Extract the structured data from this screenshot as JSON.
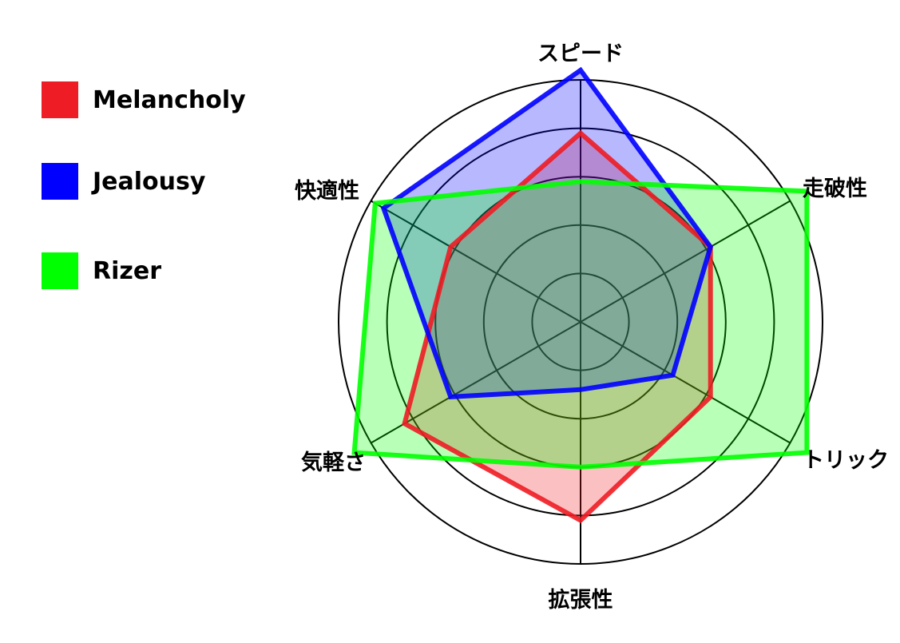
{
  "chart_data": {
    "type": "radar",
    "axes": [
      "スピード",
      "走破性",
      "トリック",
      "拡張性",
      "気軽さ",
      "快適性"
    ],
    "rlim": [
      0,
      5
    ],
    "rings": 5,
    "grid": true,
    "legend_position": "left",
    "series": [
      {
        "name": "Melancholy",
        "color": "#ee1c24",
        "values": [
          3.9,
          3.1,
          3.1,
          4.1,
          4.2,
          3.1
        ]
      },
      {
        "name": "Jealousy",
        "color": "#0000ff",
        "values": [
          5.2,
          3.1,
          2.2,
          1.4,
          3.1,
          4.7
        ]
      },
      {
        "name": "Rizer",
        "color": "#00ff00",
        "values": [
          2.9,
          5.4,
          5.4,
          3.0,
          5.4,
          4.9
        ]
      }
    ]
  }
}
